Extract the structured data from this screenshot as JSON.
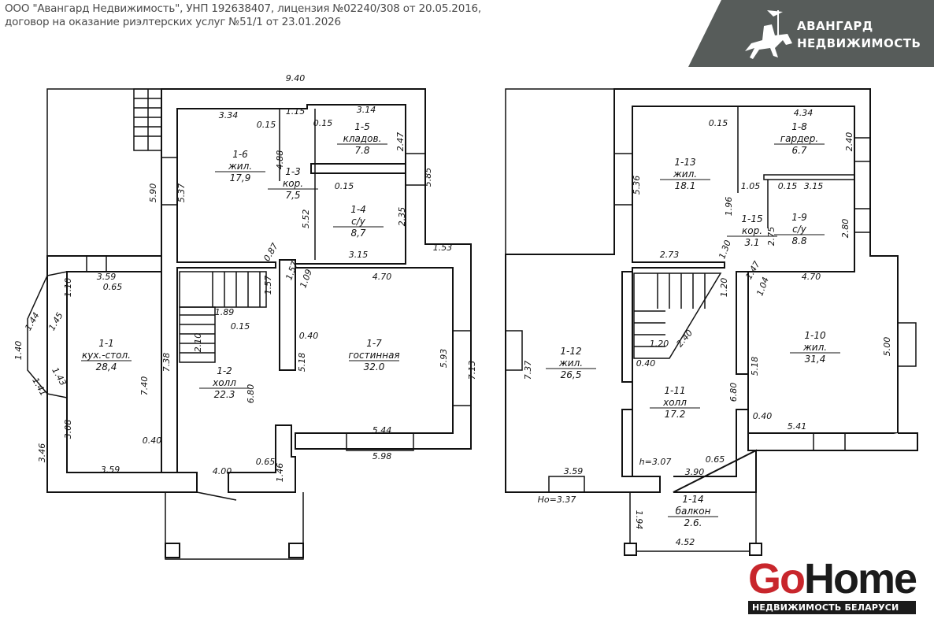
{
  "header": {
    "legal_line1": "ООО \"Авангард Недвижимость\", УНП 192638407, лицензия №02240/308 от 20.05.2016,",
    "legal_line2": "договор на оказание риэлтерских услуг №51/1 от 23.01.2026"
  },
  "brand": {
    "line1": "АВАНГАРД",
    "line2": "НЕДВИЖИМОСТЬ",
    "icon": "knight-on-horse-icon",
    "bg_color": "#575c5a"
  },
  "watermark": {
    "go": "Go",
    "home": "Home",
    "tagline": "НЕДВИЖИМОСТЬ БЕЛАРУСИ",
    "accent": "#c8262c"
  },
  "plan1": {
    "rooms": [
      {
        "id": "1-6",
        "name": "жил.",
        "area": "17,9"
      },
      {
        "id": "1-3",
        "name": "кор.",
        "area": "7,5"
      },
      {
        "id": "1-5",
        "name": "кладов.",
        "area": "7.8"
      },
      {
        "id": "1-4",
        "name": "с/у",
        "area": "8,7"
      },
      {
        "id": "1-1",
        "name": "кух.-стол.",
        "area": "28,4"
      },
      {
        "id": "1-2",
        "name": "холл",
        "area": "22.3"
      },
      {
        "id": "1-7",
        "name": "гостинная",
        "area": "32.0"
      }
    ],
    "dims": [
      "9.40",
      "3.34",
      "1.15",
      "3.14",
      "0.15",
      "0.15",
      "2.47",
      "5.85",
      "5.90",
      "5.37",
      "4.88",
      "5.52",
      "0.15",
      "2.35",
      "1.53",
      "3.15",
      "0.87",
      "1.57",
      "1.09",
      "4.70",
      "1.57",
      "3.59",
      "0.65",
      "1.10",
      "1.44",
      "1.45",
      "1.40",
      "1.43",
      "1.41",
      "1.89",
      "0.15",
      "0.40",
      "2.10",
      "7.38",
      "7.40",
      "5.18",
      "6.80",
      "5.93",
      "7.13",
      "3.08",
      "3.46",
      "0.40",
      "5.44",
      "5.98",
      "0.65",
      "1.46",
      "3.59",
      "4.00"
    ]
  },
  "plan2": {
    "rooms": [
      {
        "id": "1-13",
        "name": "жил.",
        "area": "18.1"
      },
      {
        "id": "1-8",
        "name": "гардер.",
        "area": "6.7"
      },
      {
        "id": "1-9",
        "name": "с/у",
        "area": "8.8"
      },
      {
        "id": "1-15",
        "name": "кор.",
        "area": "3.1"
      },
      {
        "id": "1-12",
        "name": "жил.",
        "area": "26,5"
      },
      {
        "id": "1-11",
        "name": "холл",
        "area": "17.2"
      },
      {
        "id": "1-10",
        "name": "жил.",
        "area": "31,4"
      },
      {
        "id": "1-14",
        "name": "балкон",
        "area": "2.6."
      }
    ],
    "dims": [
      "4.34",
      "0.15",
      "2.40",
      "5.36",
      "1.05",
      "0.15",
      "3.15",
      "1.96",
      "2.80",
      "2.75",
      "1.30",
      "2.73",
      "1.47",
      "4.70",
      "1.04",
      "1.20",
      "2.40",
      "1.20",
      "0.40",
      "7.37",
      "6.80",
      "5.18",
      "5.00",
      "0.40",
      "5.41",
      "h=3.07",
      "0.65",
      "3.90",
      "3.59",
      "Hо=3.37",
      "1.94",
      "4.52"
    ]
  }
}
